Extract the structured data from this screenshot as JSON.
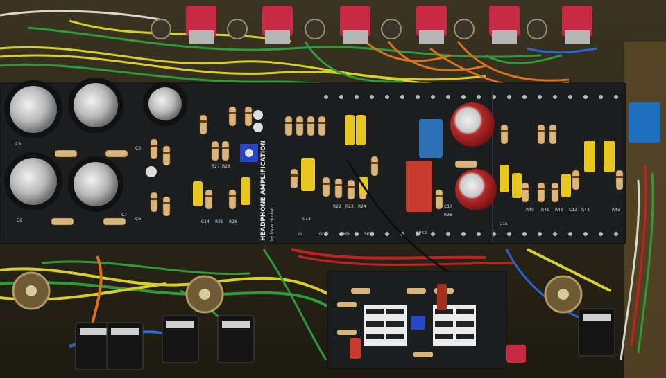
{
  "pcb": {
    "main_label": "HEADPHONE AMPLIFICATION",
    "sub_label": "by Dave Hunter",
    "refs": {
      "c5": "C5",
      "c6": "C6",
      "c7": "C7",
      "c8": "C8",
      "c9": "C9",
      "c10": "C10",
      "c12": "C12",
      "c13": "C13",
      "c14": "C14",
      "c15": "C15",
      "r22": "R22",
      "r23": "R23",
      "r24": "R24",
      "r25": "R25",
      "r26": "R26",
      "r27": "R27",
      "r28": "R28",
      "r38": "R38",
      "r40": "R40",
      "r41": "R41",
      "r43": "R43",
      "r44": "R44",
      "r45": "R45",
      "j1": "IN",
      "j2": "OUT",
      "j3": "GND",
      "j4": "SPK1",
      "j5": "SPK2"
    }
  },
  "colors": {
    "pcb": "#1c1d1f",
    "chassis": "#2b2416",
    "wire_yellow": "#d8cf2a",
    "wire_green": "#2f9a3a",
    "wire_orange": "#d9731f",
    "wire_red": "#c82020",
    "wire_blue": "#2a66d6",
    "wire_white": "#d8d8d0",
    "switch_red": "#c82a44",
    "film_cap_yellow": "#e8c51f",
    "box_cap_red": "#c83a2e",
    "box_cap_blue": "#2e6fb5",
    "trimmer_blue": "#2747c8",
    "relay_blue": "#1f6fc0"
  }
}
